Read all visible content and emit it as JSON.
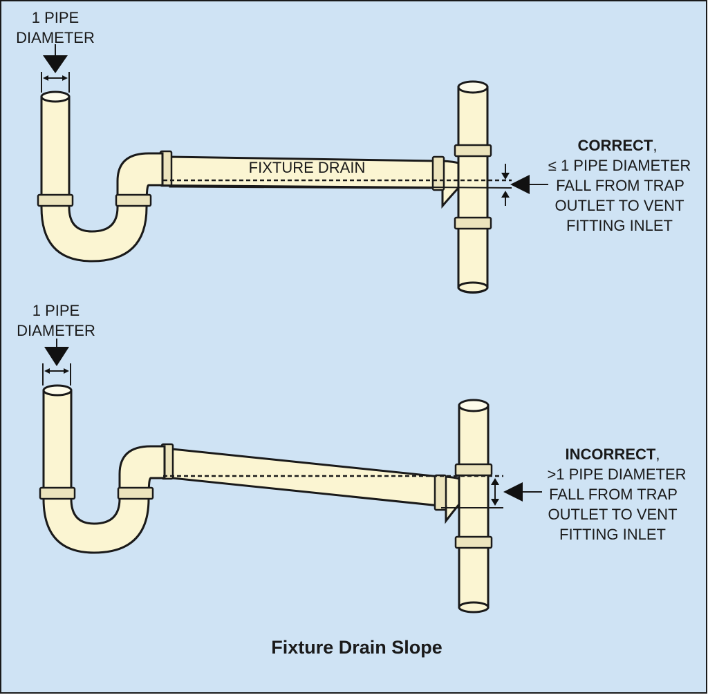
{
  "colors": {
    "background": "#cfe3f4",
    "pipe_fill": "#fbf5d2",
    "fitting_fill": "#ece4bd",
    "outline": "#1a1a1a"
  },
  "top": {
    "diameter_label_1": "1 PIPE",
    "diameter_label_2": "DIAMETER",
    "drain_label": "FIXTURE DRAIN",
    "status": "CORRECT",
    "status_suffix": ",",
    "desc_1": "≤ 1 PIPE DIAMETER",
    "desc_2": "FALL FROM TRAP",
    "desc_3": "OUTLET TO VENT",
    "desc_4": "FITTING INLET"
  },
  "bottom": {
    "diameter_label_1": "1 PIPE",
    "diameter_label_2": "DIAMETER",
    "status": "INCORRECT",
    "status_suffix": ",",
    "desc_1": ">1 PIPE DIAMETER",
    "desc_2": "FALL FROM TRAP",
    "desc_3": "OUTLET TO VENT",
    "desc_4": "FITTING INLET"
  },
  "title": "Fixture Drain Slope"
}
